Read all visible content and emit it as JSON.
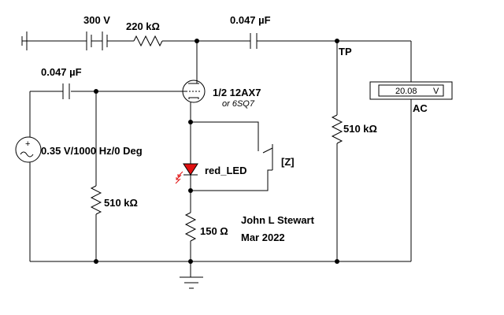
{
  "components": {
    "battery": {
      "label": "300 V"
    },
    "plate_resistor": {
      "label": "220 kΩ"
    },
    "coupling_cap_out": {
      "label": "0.047 µF"
    },
    "coupling_cap_in": {
      "label": "0.047 µF"
    },
    "tube": {
      "label": "1/2 12AX7",
      "sublabel": "or 6SQ7"
    },
    "source": {
      "label": "0.35 V/1000 Hz/0 Deg"
    },
    "grid_resistor": {
      "label": "510 kΩ"
    },
    "led": {
      "label": "red_LED",
      "color": "#e01010"
    },
    "switch": {
      "label": "[Z]"
    },
    "cathode_resistor": {
      "label": "150 Ω"
    },
    "load_resistor": {
      "label": "510 kΩ"
    },
    "test_point": {
      "label": "TP"
    },
    "voltmeter": {
      "value": "20.08",
      "unit": "V",
      "mode": "AC"
    }
  },
  "credit": {
    "author": "John L Stewart",
    "date": "Mar 2022"
  }
}
